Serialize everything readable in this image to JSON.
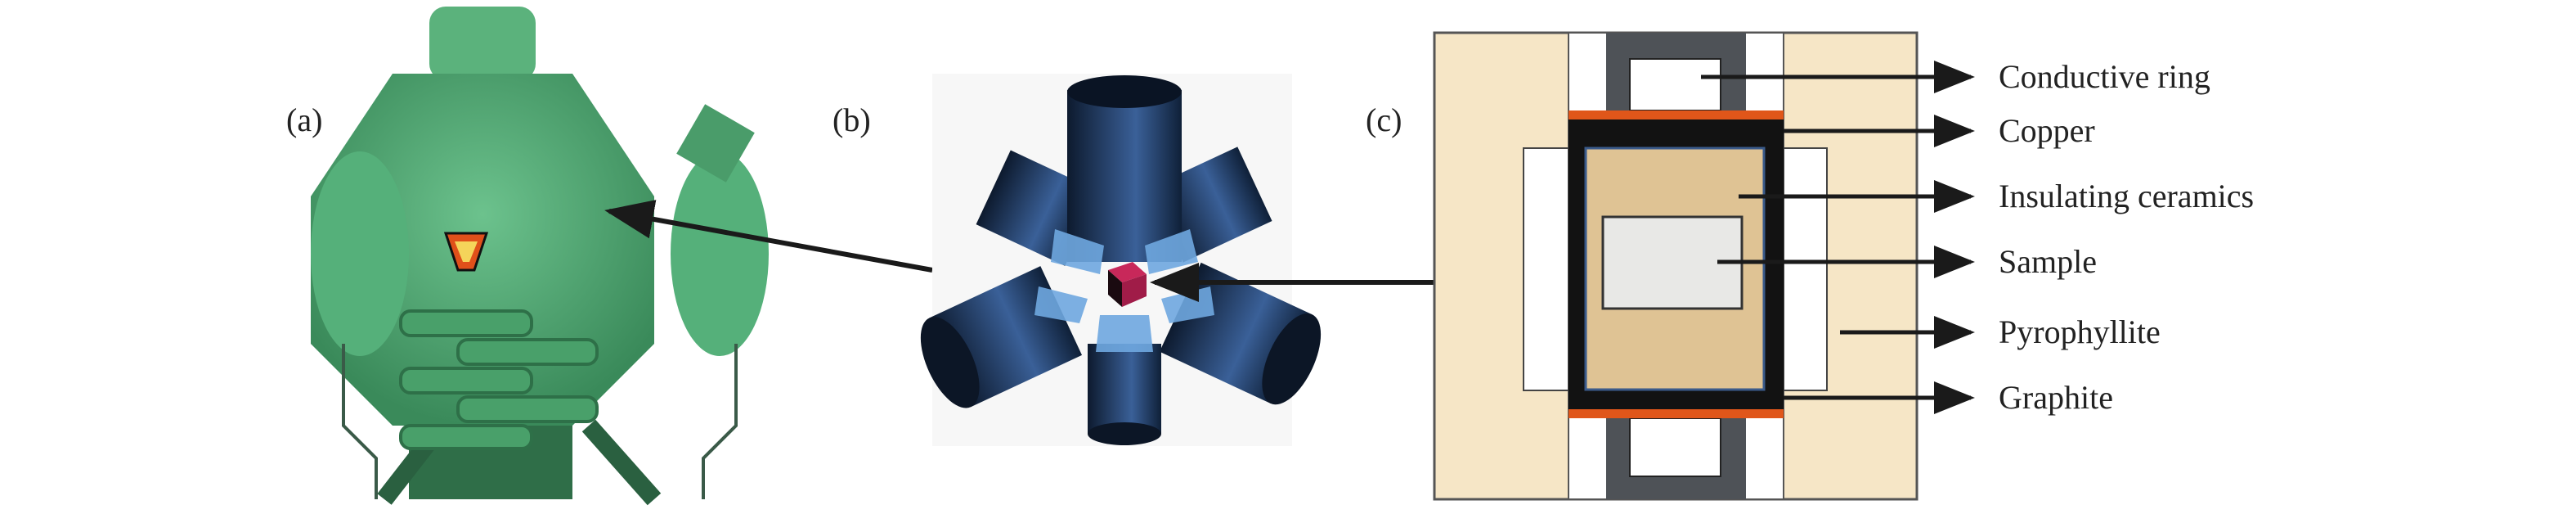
{
  "panels": {
    "a": {
      "label": "(a)"
    },
    "b": {
      "label": "(b)"
    },
    "c": {
      "label": "(c)"
    }
  },
  "legend": [
    {
      "text": "Conductive ring"
    },
    {
      "text": "Copper"
    },
    {
      "text": "Insulating ceramics"
    },
    {
      "text": "Sample"
    },
    {
      "text": "Pyrophyllite"
    },
    {
      "text": "Graphite"
    }
  ],
  "colors": {
    "press_green": "#4fa872",
    "anvil_blue": "#2a4a78",
    "anvil_face": "#6fa8e0",
    "cube": "#b0204a",
    "pyrophyllite": "#f6e6c6",
    "ceramic": "#dfc394",
    "sample": "#e8e8e6",
    "ring": "#4e5257",
    "copper": "#e0561a",
    "graphite": "#121212"
  }
}
